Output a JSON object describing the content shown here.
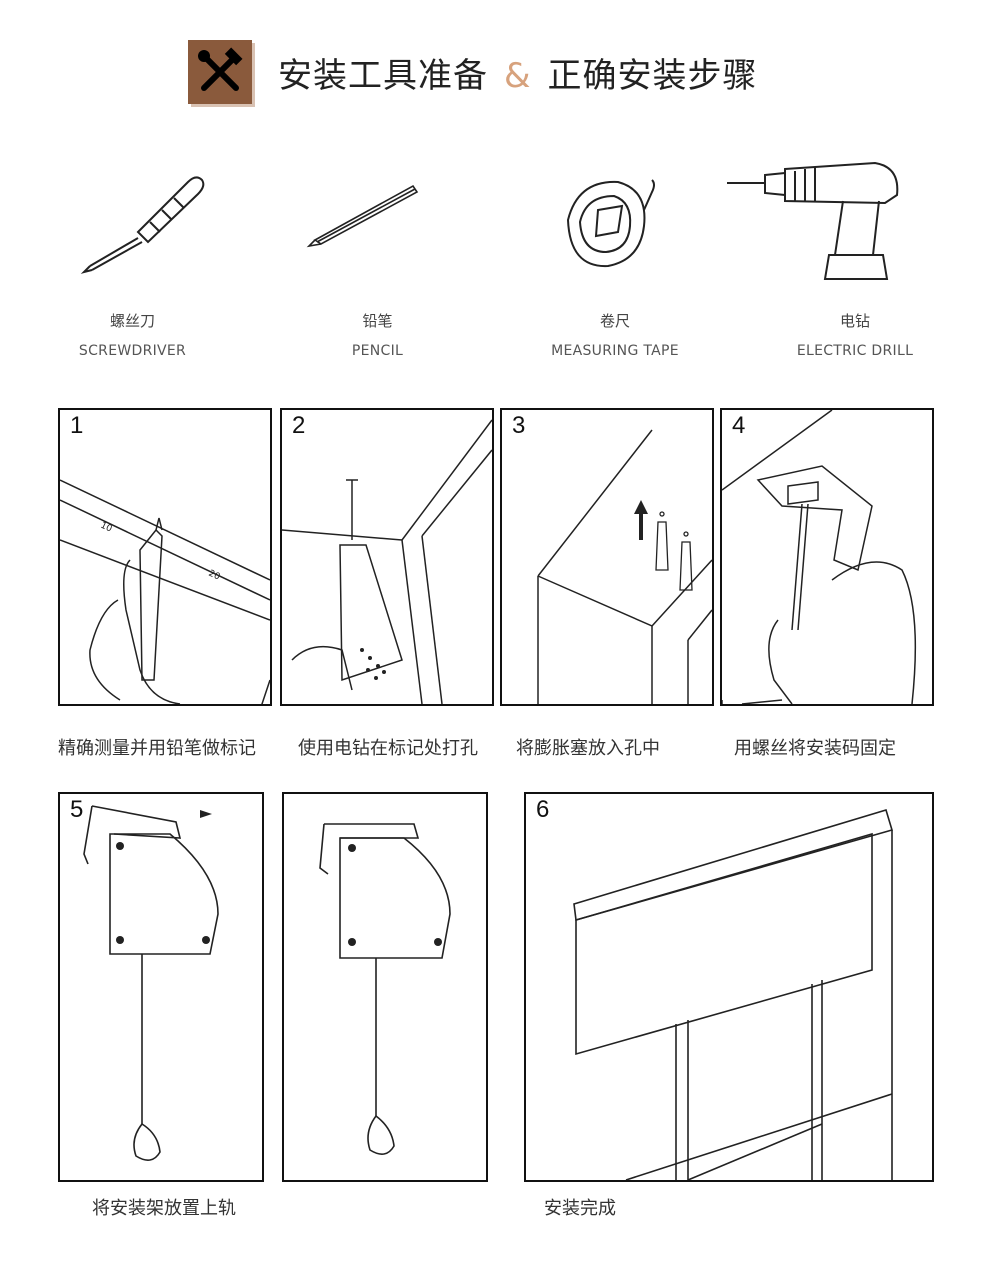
{
  "header": {
    "title_part1": "安装工具准备",
    "ampersand": "&",
    "title_part2": "正确安装步骤",
    "icon": "tools-icon",
    "accent_color": "#8a5a3c",
    "amp_color": "#d7a27d"
  },
  "tools": [
    {
      "cn": "螺丝刀",
      "en": "SCREWDRIVER",
      "icon": "screwdriver-icon"
    },
    {
      "cn": "铅笔",
      "en": "PENCIL",
      "icon": "pencil-icon"
    },
    {
      "cn": "卷尺",
      "en": "MEASURING TAPE",
      "icon": "measuring-tape-icon"
    },
    {
      "cn": "电钻",
      "en": "ELECTRIC DRILL",
      "icon": "electric-drill-icon"
    }
  ],
  "steps": [
    {
      "number": "1",
      "caption": "精确测量并用铅笔做标记"
    },
    {
      "number": "2",
      "caption": "使用电钻在标记处打孔"
    },
    {
      "number": "3",
      "caption": "将膨胀塞放入孔中"
    },
    {
      "number": "4",
      "caption": "用螺丝将安装码固定"
    },
    {
      "number": "5",
      "caption": "将安装架放置上轨"
    },
    {
      "number": "",
      "caption": ""
    },
    {
      "number": "6",
      "caption": "安装完成"
    }
  ],
  "ruler_labels": [
    "10",
    "20"
  ]
}
